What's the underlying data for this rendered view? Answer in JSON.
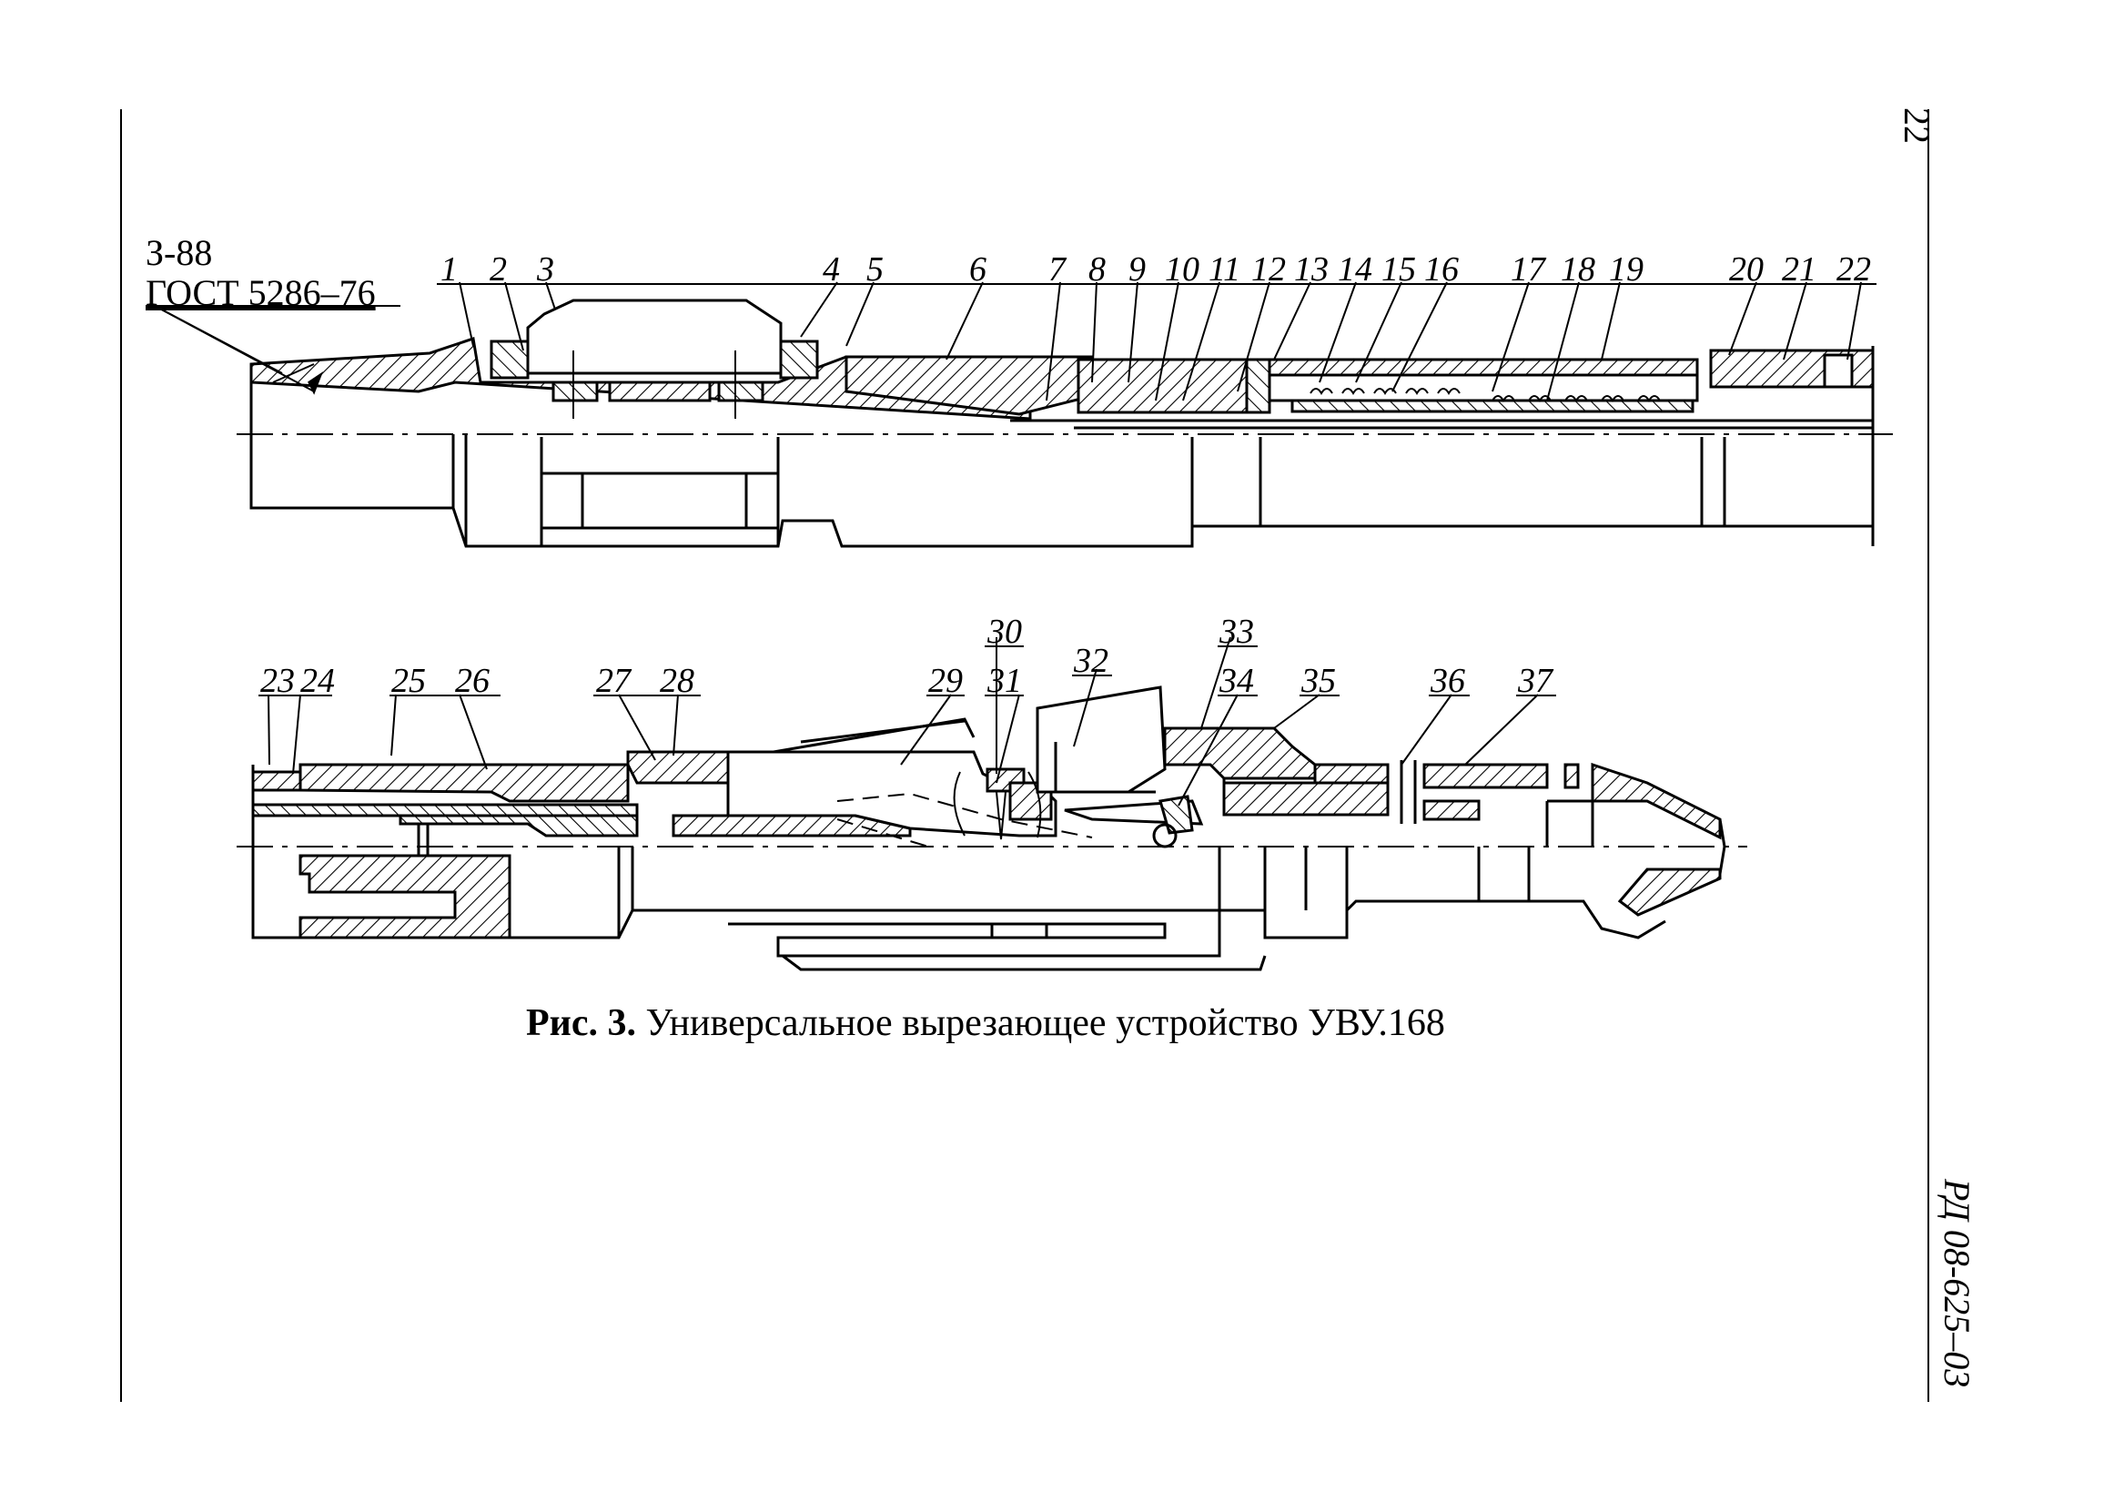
{
  "thread": {
    "spec": "З-88",
    "standard": "ГОСТ 5286–76"
  },
  "callouts_top": [
    "1",
    "2",
    "3",
    "4",
    "5",
    "6",
    "7",
    "8",
    "9",
    "10",
    "11",
    "12",
    "13",
    "14",
    "15",
    "16",
    "17",
    "18",
    "19",
    "20",
    "21",
    "22"
  ],
  "callouts_bottom": [
    "23",
    "24",
    "25",
    "26",
    "27",
    "28",
    "29",
    "30",
    "31",
    "32",
    "33",
    "34",
    "35",
    "36",
    "37"
  ],
  "caption": {
    "figure": "Рис. 3.",
    "title": "Универсальное вырезающее устройство УВУ.168"
  },
  "page_number": "22",
  "doc_code": "РД 08-625–03"
}
